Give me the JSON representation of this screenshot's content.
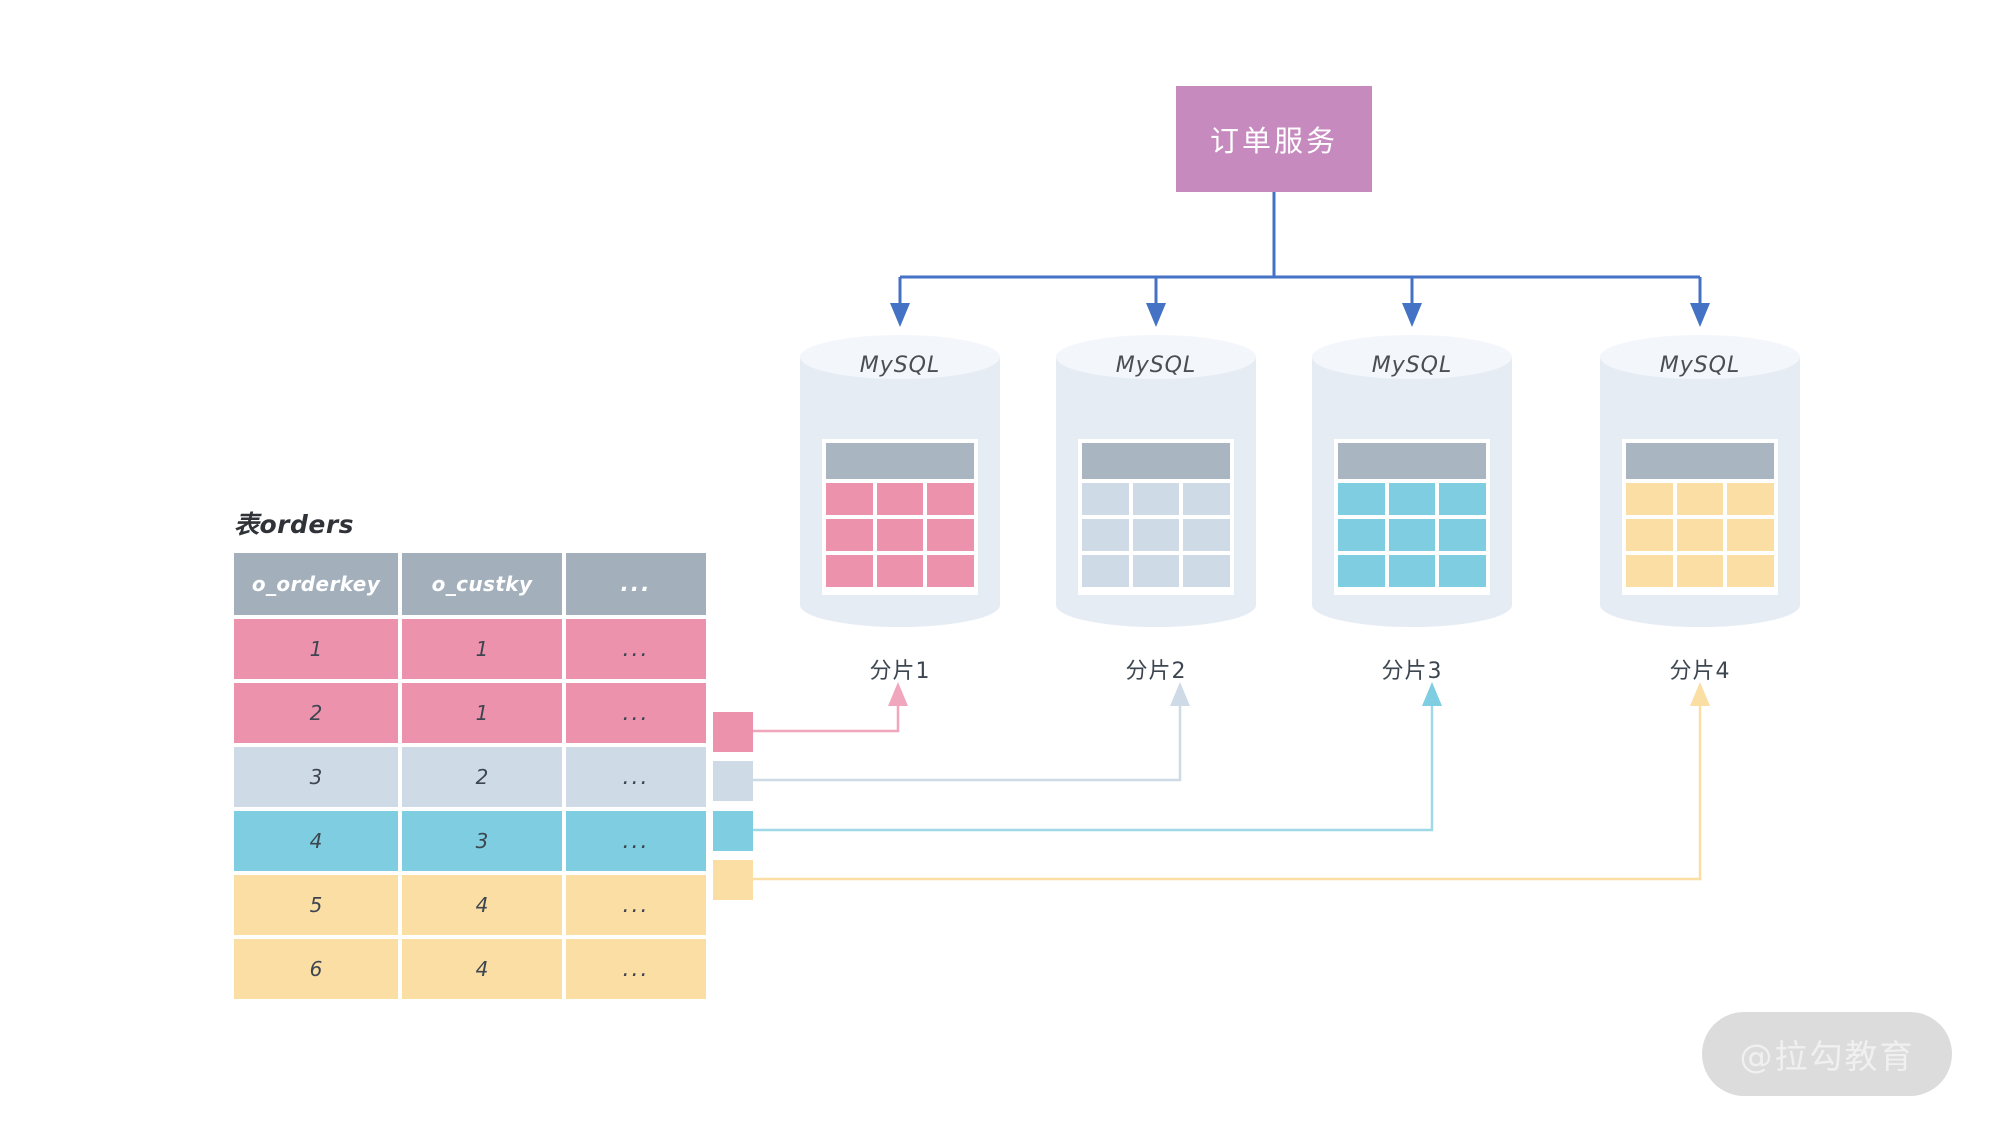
{
  "service": {
    "label": "订单服务",
    "color": "#c68abe"
  },
  "source_table": {
    "title": "表orders",
    "columns": [
      "o_orderkey",
      "o_custky",
      "..."
    ],
    "header_color": "#a3b0bc",
    "rows": [
      {
        "o_orderkey": "1",
        "o_custky": "1",
        "more": "...",
        "color": "#ed92ac"
      },
      {
        "o_orderkey": "2",
        "o_custky": "1",
        "more": "...",
        "color": "#ed92ac"
      },
      {
        "o_orderkey": "3",
        "o_custky": "2",
        "more": "...",
        "color": "#cedae5"
      },
      {
        "o_orderkey": "4",
        "o_custky": "3",
        "more": "...",
        "color": "#7ecde0"
      },
      {
        "o_orderkey": "5",
        "o_custky": "4",
        "more": "...",
        "color": "#fbdea4"
      },
      {
        "o_orderkey": "6",
        "o_custky": "4",
        "more": "...",
        "color": "#fbdea4"
      }
    ]
  },
  "shards": [
    {
      "db_label": "MySQL",
      "caption": "分片1",
      "color": "#ed92ac"
    },
    {
      "db_label": "MySQL",
      "caption": "分片2",
      "color": "#cedae5"
    },
    {
      "db_label": "MySQL",
      "caption": "分片3",
      "color": "#7ecde0"
    },
    {
      "db_label": "MySQL",
      "caption": "分片4",
      "color": "#fbdea4"
    }
  ],
  "legend_swatches": [
    {
      "color": "#ed92ac",
      "target": "分片1"
    },
    {
      "color": "#cedae5",
      "target": "分片2"
    },
    {
      "color": "#7ecde0",
      "target": "分片3"
    },
    {
      "color": "#fbdea4",
      "target": "分片4"
    }
  ],
  "connector": {
    "color": "#4472c4",
    "from": "订单服务",
    "to": [
      "分片1",
      "分片2",
      "分片3",
      "分片4"
    ]
  },
  "watermark": {
    "text": "@拉勾教育"
  }
}
